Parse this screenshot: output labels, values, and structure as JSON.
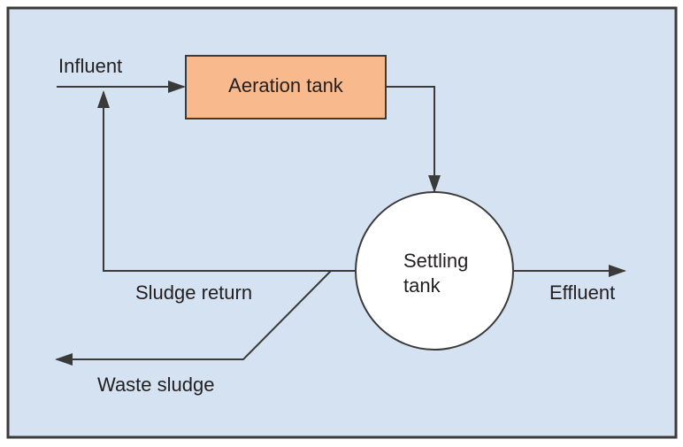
{
  "diagram": {
    "nodes": {
      "aeration_tank": {
        "label": "Aeration tank"
      },
      "settling_tank": {
        "label_line1": "Settling",
        "label_line2": "tank"
      }
    },
    "flows": {
      "influent": "Influent",
      "effluent": "Effluent",
      "sludge_return": "Sludge return",
      "waste_sludge": "Waste sludge"
    }
  },
  "colors": {
    "background": "#d4e2f1",
    "frame": "#3a3a3a",
    "aeration_fill": "#f8b98c",
    "settling_fill": "#ffffff",
    "line": "#3a3a3a"
  }
}
